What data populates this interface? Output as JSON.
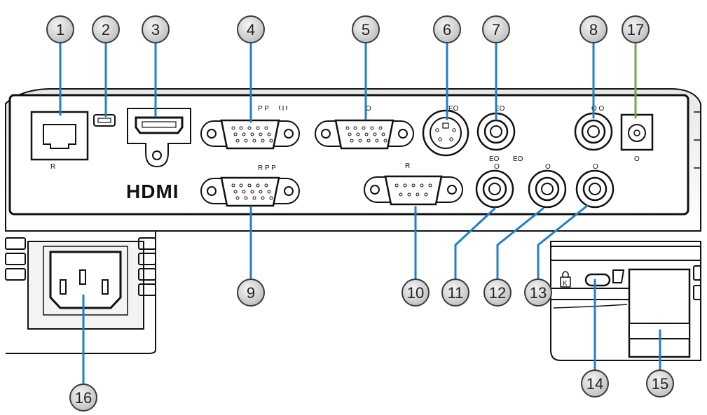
{
  "callouts": {
    "c1": "1",
    "c2": "2",
    "c3": "3",
    "c4": "4",
    "c5": "5",
    "c6": "6",
    "c7": "7",
    "c8": "8",
    "c9": "9",
    "c10": "10",
    "c11": "11",
    "c12": "12",
    "c13": "13",
    "c14": "14",
    "c15": "15",
    "c16": "16",
    "c17": "17"
  },
  "port_labels": {
    "lan": "R",
    "vga_in_1": "P P",
    "vga_in_2": "R P P",
    "vga_out": "O",
    "svideo": "EO",
    "composite": "EO",
    "audio_out": "O O",
    "dc_out": "O",
    "rs232": "R",
    "audio_in_1_top": "EO",
    "audio_in_1": "O",
    "audio_in_2_top": "EO",
    "audio_in_2": "O",
    "audio_in_3": "O"
  },
  "hdmi_logo": "HDMI",
  "colors": {
    "callout_fill": "#d9d9d9",
    "callout_stroke": "#3a3a3a",
    "leader_blue": "#1f7fc7",
    "leader_green": "#6aa84f",
    "outline": "#111111"
  },
  "icons": [
    "wireless-icon",
    "kensington-lock-icon"
  ]
}
